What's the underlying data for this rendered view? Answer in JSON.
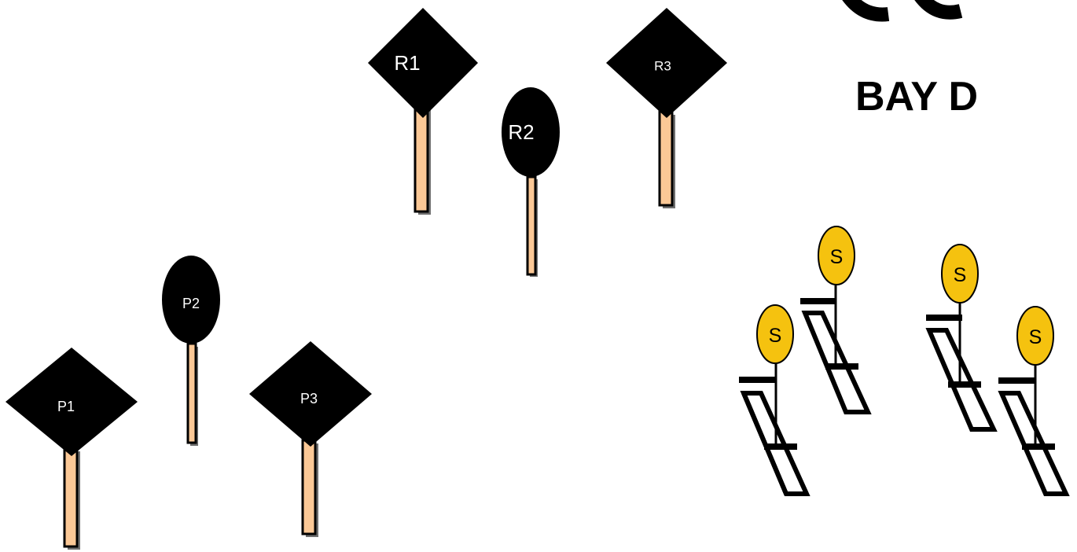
{
  "bay_title": "BAY D",
  "r_signs": [
    {
      "label": "R1",
      "shape": "diamond"
    },
    {
      "label": "R2",
      "shape": "oval"
    },
    {
      "label": "R3",
      "shape": "diamond"
    }
  ],
  "p_signs": [
    {
      "label": "P1",
      "shape": "diamond"
    },
    {
      "label": "P2",
      "shape": "oval"
    },
    {
      "label": "P3",
      "shape": "diamond"
    }
  ],
  "s_stands": [
    "S",
    "S",
    "S",
    "S"
  ],
  "colors": {
    "sign": "#000000",
    "post": "#fbc896",
    "stand_sign": "#f5c20f",
    "background": "#ffffff"
  }
}
